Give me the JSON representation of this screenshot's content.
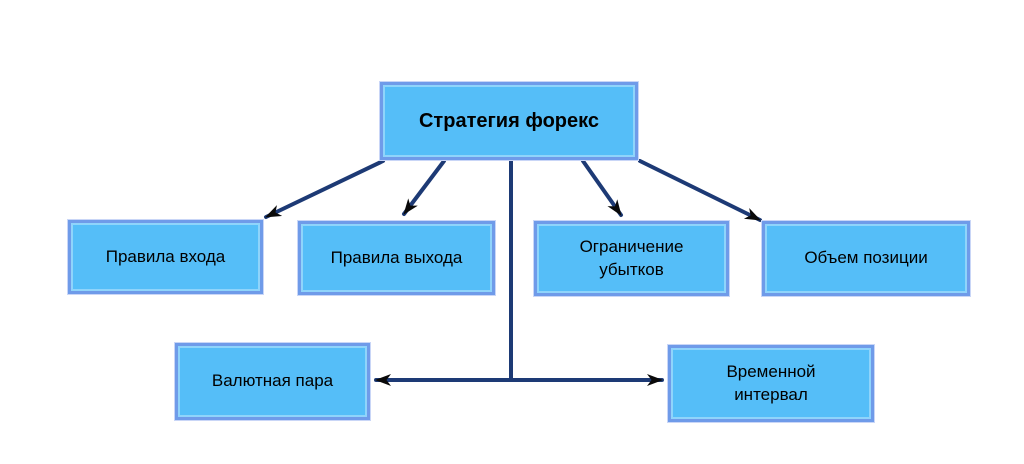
{
  "diagram": {
    "type": "flowchart",
    "title": "Стратегия форекс",
    "nodes": {
      "root": {
        "label": "Стратегия форекс"
      },
      "entry_rules": {
        "label": "Правила входа"
      },
      "exit_rules": {
        "label": "Правила выхода"
      },
      "loss_limit": {
        "label": "Ограничение убытков"
      },
      "position_size": {
        "label": "Объем позиции"
      },
      "currency_pair": {
        "label": "Валютная пара"
      },
      "time_interval": {
        "label": "Временной интервал"
      }
    },
    "edges": [
      {
        "from": "root",
        "to": "entry_rules",
        "style": "arrow"
      },
      {
        "from": "root",
        "to": "exit_rules",
        "style": "arrow"
      },
      {
        "from": "root",
        "to": "loss_limit",
        "style": "arrow"
      },
      {
        "from": "root",
        "to": "position_size",
        "style": "arrow"
      },
      {
        "from": "root",
        "to": "currency_pair",
        "style": "arrow"
      },
      {
        "from": "root",
        "to": "time_interval",
        "style": "arrow"
      }
    ]
  },
  "colors": {
    "background": "#FFFFFF",
    "node_fill": "#55BEF8",
    "node_border": "#6F9BE9",
    "node_outer_edge": "#C9D6F7",
    "node_inner_highlight": "#8FD4FB",
    "connector": "#1D3A75",
    "arrowhead": "#0A0A0A",
    "text_color": "#000000"
  }
}
